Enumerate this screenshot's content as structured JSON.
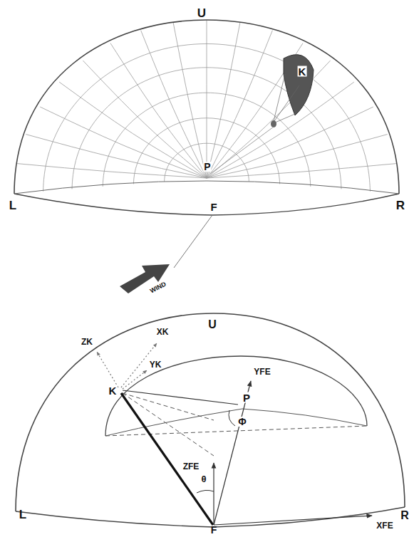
{
  "diagram": {
    "labels": [
      "U",
      "K",
      "P",
      "L",
      "F",
      "R",
      "WIND",
      "U",
      "ZK",
      "XK",
      "YK",
      "K",
      "YFE",
      "P",
      "Φ",
      "θ",
      "ZFE",
      "L",
      "F",
      "R",
      "XFE"
    ]
  }
}
